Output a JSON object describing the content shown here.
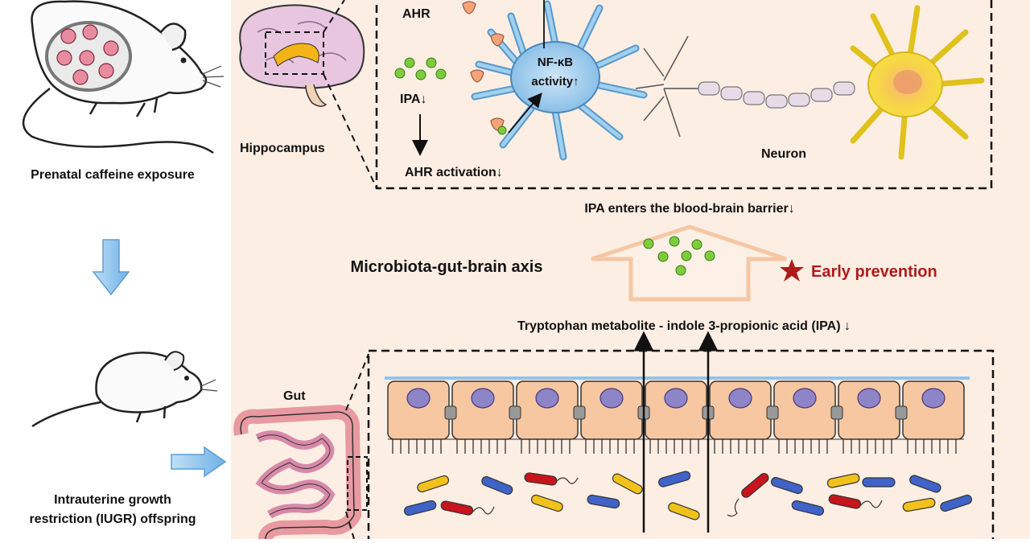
{
  "left_panel": {
    "caption_top": "Prenatal caffeine exposure",
    "caption_bottom_line1": "Intrauterine growth",
    "caption_bottom_line2": "restriction (IUGR) offspring"
  },
  "brain_section": {
    "region_label": "Hippocampus",
    "receptor_label": "AHR",
    "metabolite_label": "IPA↓",
    "activation_label": "AHR activation↓",
    "nfkb_line1": "NF-κB",
    "nfkb_line2": "activity↑",
    "neuron_label": "Neuron"
  },
  "axis_section": {
    "bbb_label": "IPA enters the blood-brain barrier↓",
    "axis_title": "Microbiota-gut-brain axis",
    "prevention_label": "Early prevention",
    "tryptophan_label": "Tryptophan metabolite - indole 3-propionic acid  (IPA)  ↓"
  },
  "gut_section": {
    "region_label": "Gut"
  },
  "colors": {
    "panel_bg": "#fdeee4",
    "prevention": "#b01a1a",
    "ipa_dot": "#7dcc3c",
    "blue_arrow": "#8ec4ec",
    "microglia": "#8fc6ea",
    "neuron_body": "#f7e23c",
    "epithelium": "#f6c7a1",
    "nucleus": "#8e84c8",
    "bacteria_yellow": "#f2c21c",
    "bacteria_blue": "#3f63c8",
    "bacteria_red": "#c8141c"
  }
}
